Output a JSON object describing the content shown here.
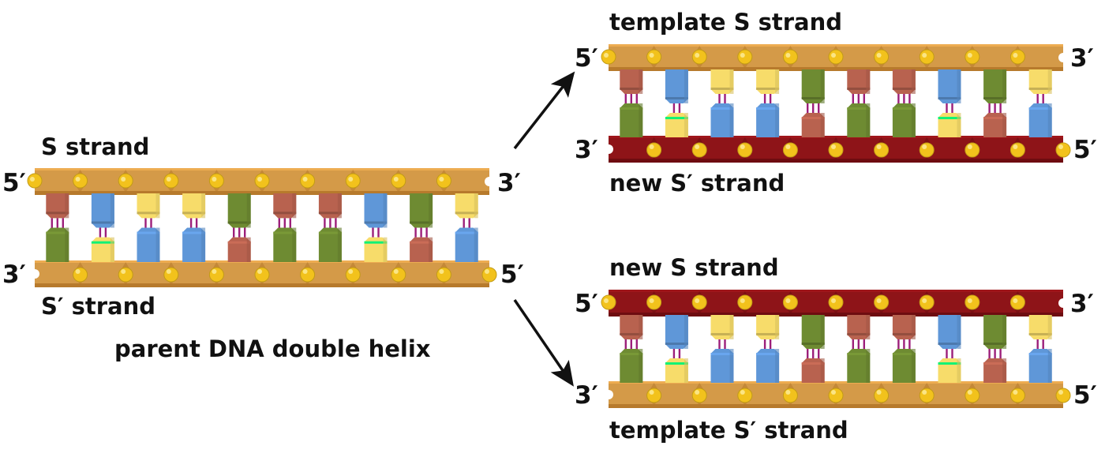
{
  "colors": {
    "template_backbone": "#d49a48",
    "template_backbone_dark": "#b77a2c",
    "new_backbone": "#8e1418",
    "new_backbone_dark": "#6e0c10",
    "phosphate": "#f2c21c",
    "hbond": "#9c1f7a",
    "base_red": "#b8624f",
    "base_blue": "#5f97d8",
    "base_yellow": "#f7dc6a",
    "base_green": "#6e8b32"
  },
  "base_pairs": {
    "s_strand": [
      "red",
      "blue",
      "yellow",
      "yellow",
      "green",
      "red",
      "red",
      "blue",
      "green",
      "yellow"
    ],
    "s_prime_strand": [
      "green",
      "yellow",
      "blue",
      "blue",
      "red",
      "green",
      "green",
      "yellow",
      "red",
      "blue"
    ]
  },
  "parent": {
    "title": "parent DNA double helix",
    "top_label": "S strand",
    "bottom_label": "S′ strand",
    "top_left_end": "5′",
    "top_right_end": "3′",
    "bottom_left_end": "3′",
    "bottom_right_end": "5′",
    "top_type": "template",
    "bottom_type": "template"
  },
  "daughter_1": {
    "top_label": "template S strand",
    "bottom_label": "new S′ strand",
    "top_left_end": "5′",
    "top_right_end": "3′",
    "bottom_left_end": "3′",
    "bottom_right_end": "5′",
    "top_type": "template",
    "bottom_type": "new"
  },
  "daughter_2": {
    "top_label": "new S strand",
    "bottom_label": "template S′ strand",
    "top_left_end": "5′",
    "top_right_end": "3′",
    "bottom_left_end": "3′",
    "bottom_right_end": "5′",
    "top_type": "new",
    "bottom_type": "template"
  },
  "arrows": [
    {
      "name": "arrow-to-daughter-1",
      "from": "parent",
      "to": "daughter_1"
    },
    {
      "name": "arrow-to-daughter-2",
      "from": "parent",
      "to": "daughter_2"
    }
  ]
}
